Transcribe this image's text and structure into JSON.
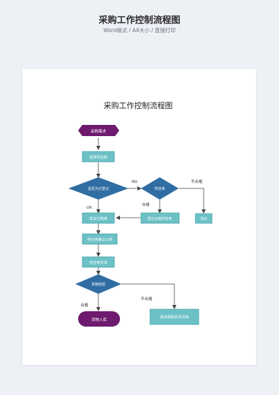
{
  "header": {
    "title": "采购工作控制流程图",
    "subtitle": "Word格式 / A4大小 / 直接打印"
  },
  "document": {
    "title": "采购工作控制流程图",
    "nodes": {
      "start": "采购需求",
      "select_supplier": "选择供应商",
      "registered_check": "是否为已登记",
      "supplier_decision": "供应商",
      "eliminate": "淘汰",
      "register_qualified": "登记合格供应商",
      "issue_order": "发出订购单",
      "supplier_confirm": "供应商确认订单",
      "supplier_deliver": "供应商交货",
      "goods_inspection": "货物检验",
      "goods_storage": "货物入库",
      "return_or_contact": "退货或联系供应商"
    },
    "labels": {
      "ng": "NG",
      "unqualified_1": "不合格",
      "qualified_1": "合格",
      "ok": "OK",
      "unqualified_2": "不合格",
      "qualified_2": "合格"
    }
  },
  "colors": {
    "purple": "#6e1a6e",
    "teal_fill": "#6cc1c6",
    "teal_stroke": "#3b9aa0",
    "diamond": "#2f6da3",
    "arrow": "#444444"
  }
}
